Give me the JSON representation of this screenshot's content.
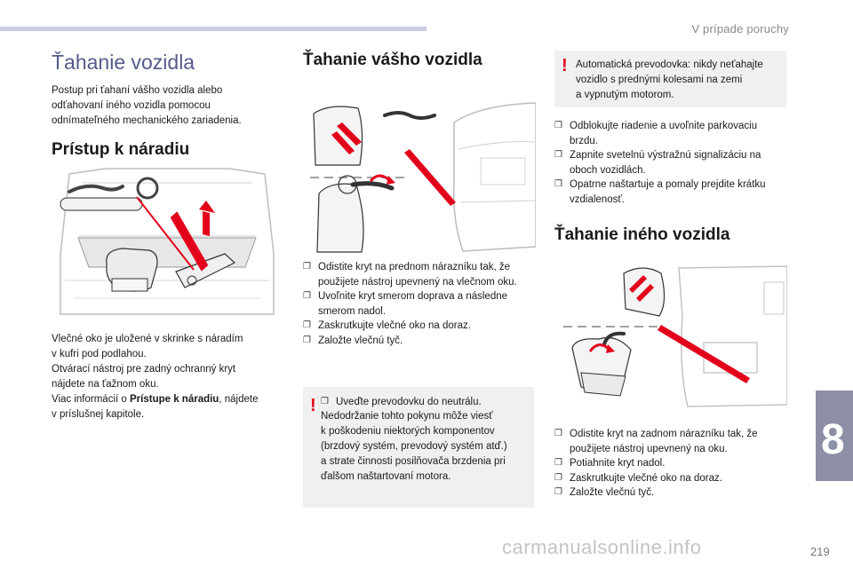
{
  "header": {
    "section_title": "V prípade poruchy",
    "chapter_number": "8",
    "page_number": "219",
    "watermark": "carmanualsonline.info"
  },
  "left": {
    "title": "Ťahanie vozidla",
    "intro": [
      "Postup pri ťahaní vášho vozidla alebo",
      "odťahovaní iného vozidla pomocou",
      "odnímateľného mechanického zariadenia."
    ],
    "tools_heading": "Prístup k náradiu",
    "tools_text": [
      "Vlečné oko je uložené v skrinke s náradím",
      "v kufri pod podlahou.",
      "Otvárací nástroj pre zadný ochranný kryt",
      "nájdete na ťažnom oku."
    ],
    "tools_ref_prefix": "Viac informácií o ",
    "tools_ref_bold": "Prístupe k náradiu",
    "tools_ref_suffix": ", nájdete",
    "tools_ref_line2": "v príslušnej kapitole."
  },
  "middle": {
    "heading": "Ťahanie vášho vozidla",
    "steps": [
      [
        "Odistite kryt na prednom nárazníku tak, že",
        "použijete nástroj upevnený na vlečnom oku."
      ],
      [
        "Uvoľnite kryt smerom doprava a následne",
        "smerom nadol."
      ],
      [
        "Zaskrutkujte vlečné oko na doraz."
      ],
      [
        "Založte vlečnú tyč."
      ]
    ],
    "notice_lines": [
      "Uveďte prevodovku do neutrálu.",
      "Nedodržanie tohto pokynu môže viesť",
      "k poškodeniu niektorých komponentov",
      "(brzdový systém, prevodový systém atď.)",
      "a strate činnosti posilňovača brzdenia pri",
      "ďalšom naštartovaní motora."
    ]
  },
  "right": {
    "notice_lines": [
      "Automatická prevodovka: nikdy neťahajte",
      "vozidlo s prednými kolesami na zemi",
      "a vypnutým motorom."
    ],
    "steps": [
      [
        "Odblokujte riadenie a uvoľnite parkovaciu",
        "brzdu."
      ],
      [
        "Zapnite svetelnú výstražnú signalizáciu na",
        "oboch vozidlách."
      ],
      [
        "Opatrne naštartuje a pomaly prejdite krátku",
        "vzdialenosť."
      ]
    ],
    "other_heading": "Ťahanie iného vozidla",
    "other_steps": [
      [
        "Odistite kryt na zadnom nárazníku tak, že",
        "použijete nástroj upevnený na oku."
      ],
      [
        "Potiahnite kryt nadol."
      ],
      [
        "Zaskrutkujte vlečné oko na doraz."
      ],
      [
        "Založte vlečnú tyč."
      ]
    ]
  },
  "icons": {
    "bullet": "checkbox-bullet-icon",
    "warning": "exclamation-warning-icon"
  },
  "colors": {
    "title_blue": "#545b8a",
    "header_bar": "#c9cde4",
    "chapter_tab": "#8c8fa6",
    "warning_red": "#e3001b",
    "notice_bg": "#f0f0f0"
  }
}
